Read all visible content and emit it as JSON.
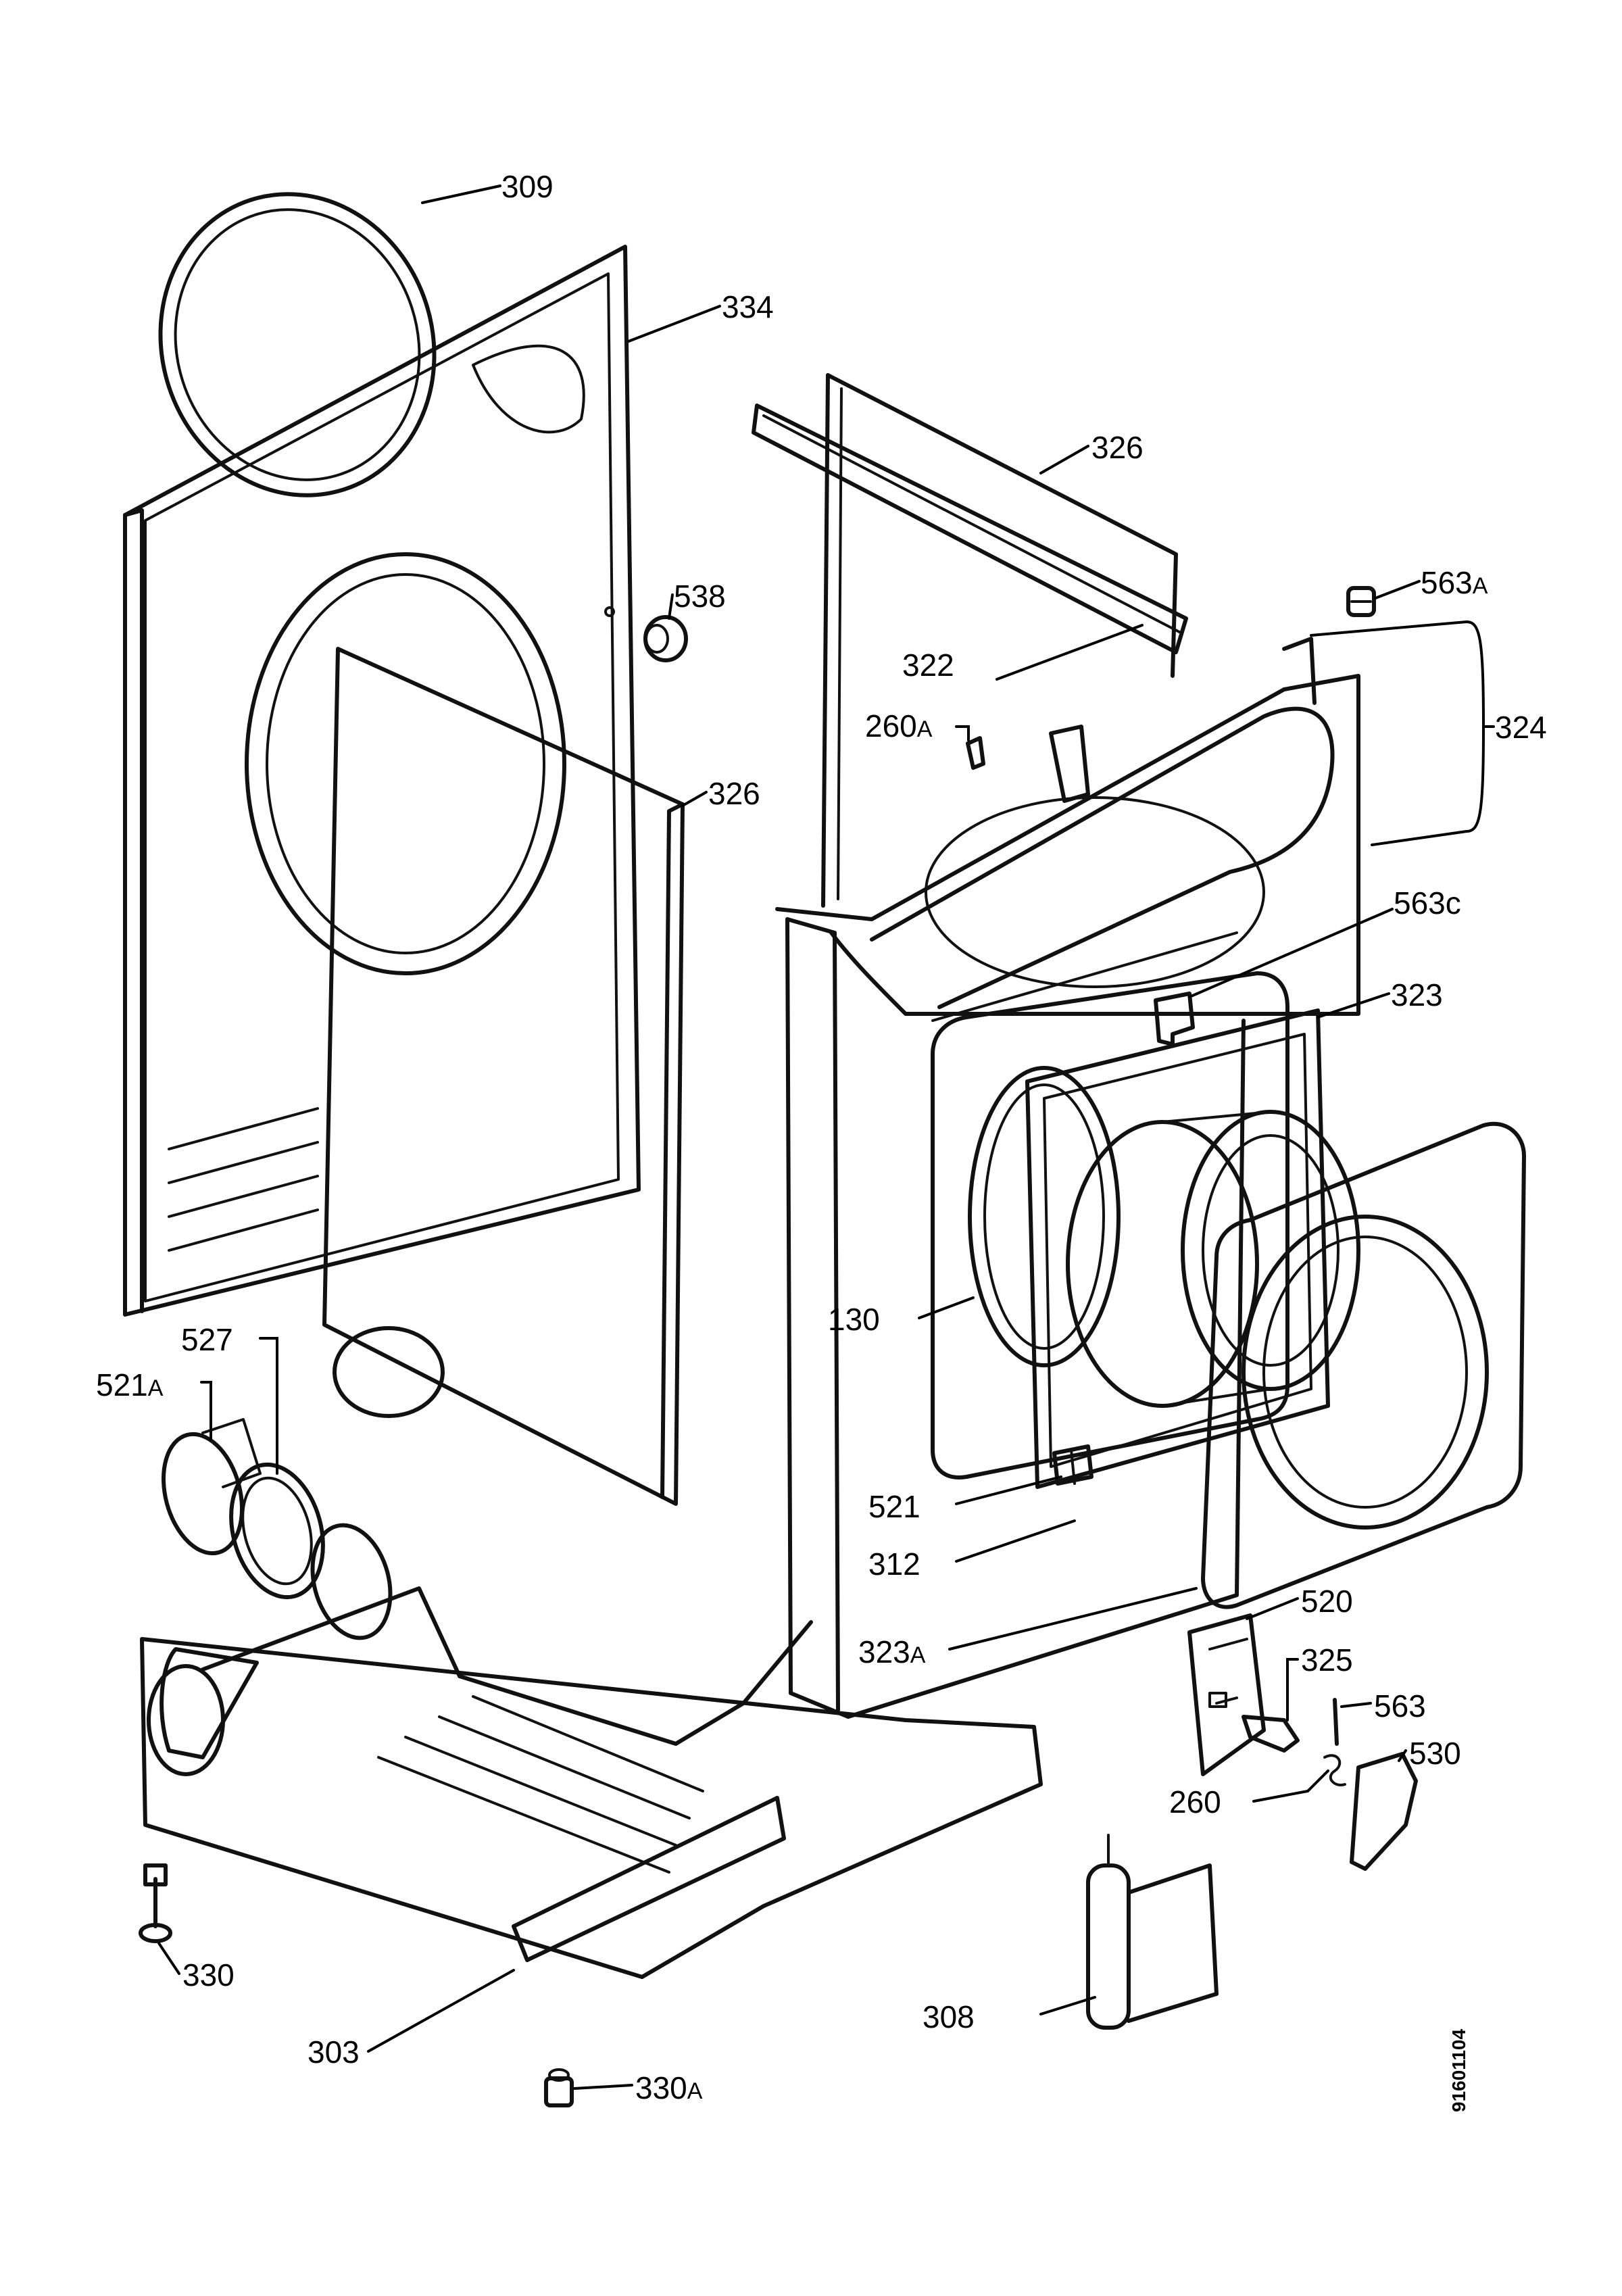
{
  "callouts": [
    {
      "key": "c309",
      "text": "309"
    },
    {
      "key": "c334",
      "text": "334"
    },
    {
      "key": "c326a",
      "text": "326"
    },
    {
      "key": "c538",
      "text": "538"
    },
    {
      "key": "c563a",
      "num": "563",
      "suffix": "A"
    },
    {
      "key": "c322",
      "text": "322"
    },
    {
      "key": "c260a",
      "num": "260",
      "suffix": "A"
    },
    {
      "key": "c324",
      "text": "324"
    },
    {
      "key": "c326b",
      "text": "326"
    },
    {
      "key": "c563c",
      "text": "563c"
    },
    {
      "key": "c323",
      "text": "323"
    },
    {
      "key": "c527",
      "text": "527"
    },
    {
      "key": "c521a",
      "num": "521",
      "suffix": "A"
    },
    {
      "key": "c130",
      "text": "130"
    },
    {
      "key": "c521",
      "text": "521"
    },
    {
      "key": "c312",
      "text": "312"
    },
    {
      "key": "c520",
      "text": "520"
    },
    {
      "key": "c323a",
      "num": "323",
      "suffix": "A"
    },
    {
      "key": "c325",
      "text": "325"
    },
    {
      "key": "c563",
      "text": "563"
    },
    {
      "key": "c530",
      "text": "530"
    },
    {
      "key": "c260",
      "text": "260"
    },
    {
      "key": "c330",
      "text": "330"
    },
    {
      "key": "c308",
      "text": "308"
    },
    {
      "key": "c303",
      "text": "303"
    },
    {
      "key": "c330a",
      "num": "330",
      "suffix": "A"
    }
  ],
  "document_number": "91601104"
}
